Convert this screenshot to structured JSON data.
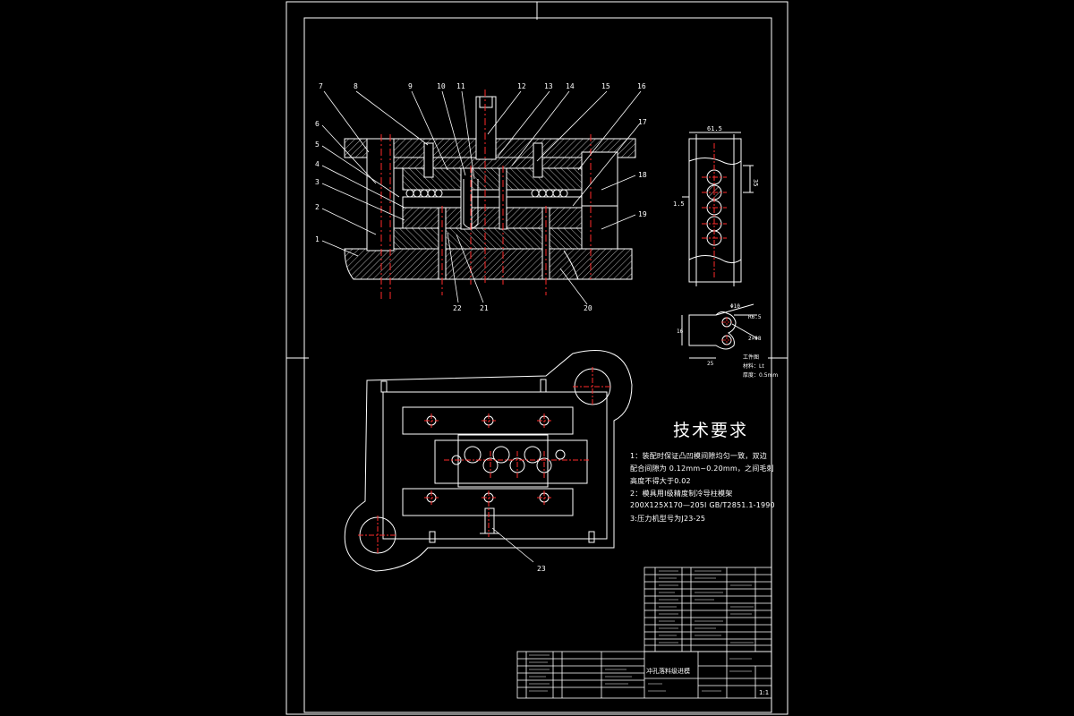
{
  "colors": {
    "background": "#000000",
    "line": "#ffffff",
    "centerline": "#ff2a2a",
    "hatch": "#ffffff"
  },
  "part_numbers": {
    "top_row": [
      "7",
      "8",
      "9",
      "10",
      "11",
      "12",
      "13",
      "14",
      "15",
      "16"
    ],
    "left_column": [
      "6",
      "5",
      "4",
      "3",
      "2",
      "1"
    ],
    "right_column": [
      "17",
      "18",
      "19"
    ],
    "bottom_row": [
      "22",
      "21",
      "20"
    ],
    "plan_view": [
      "23"
    ]
  },
  "part_dims": {
    "width_label": "61.5",
    "height_label": "35",
    "side_label": "1.5",
    "profile_dia": "Φ10",
    "profile_r": "R6.5",
    "profile_h": "16",
    "profile_w": "25",
    "profile_angle": "2×Φ8"
  },
  "part_notes": {
    "title": "工件图",
    "material": "材料：Lt",
    "thickness": "厚度：0.5mm"
  },
  "tech_requirements": {
    "title": "技术要求",
    "lines": [
      "1：装配时保证凸凹模间隙均匀一致，双边",
      "配合间隙为 0.12mm~0.20mm，之间毛刺",
      "高度不得大于0.02",
      "2：模具用I级精度制冷导柱模架",
      "200X125X170—205I GB/T2851.1-1990",
      "3:压力机型号为J23-25"
    ]
  },
  "title_block": {
    "drawing_name": "冲孔落料级进模",
    "scale": "1:1"
  }
}
